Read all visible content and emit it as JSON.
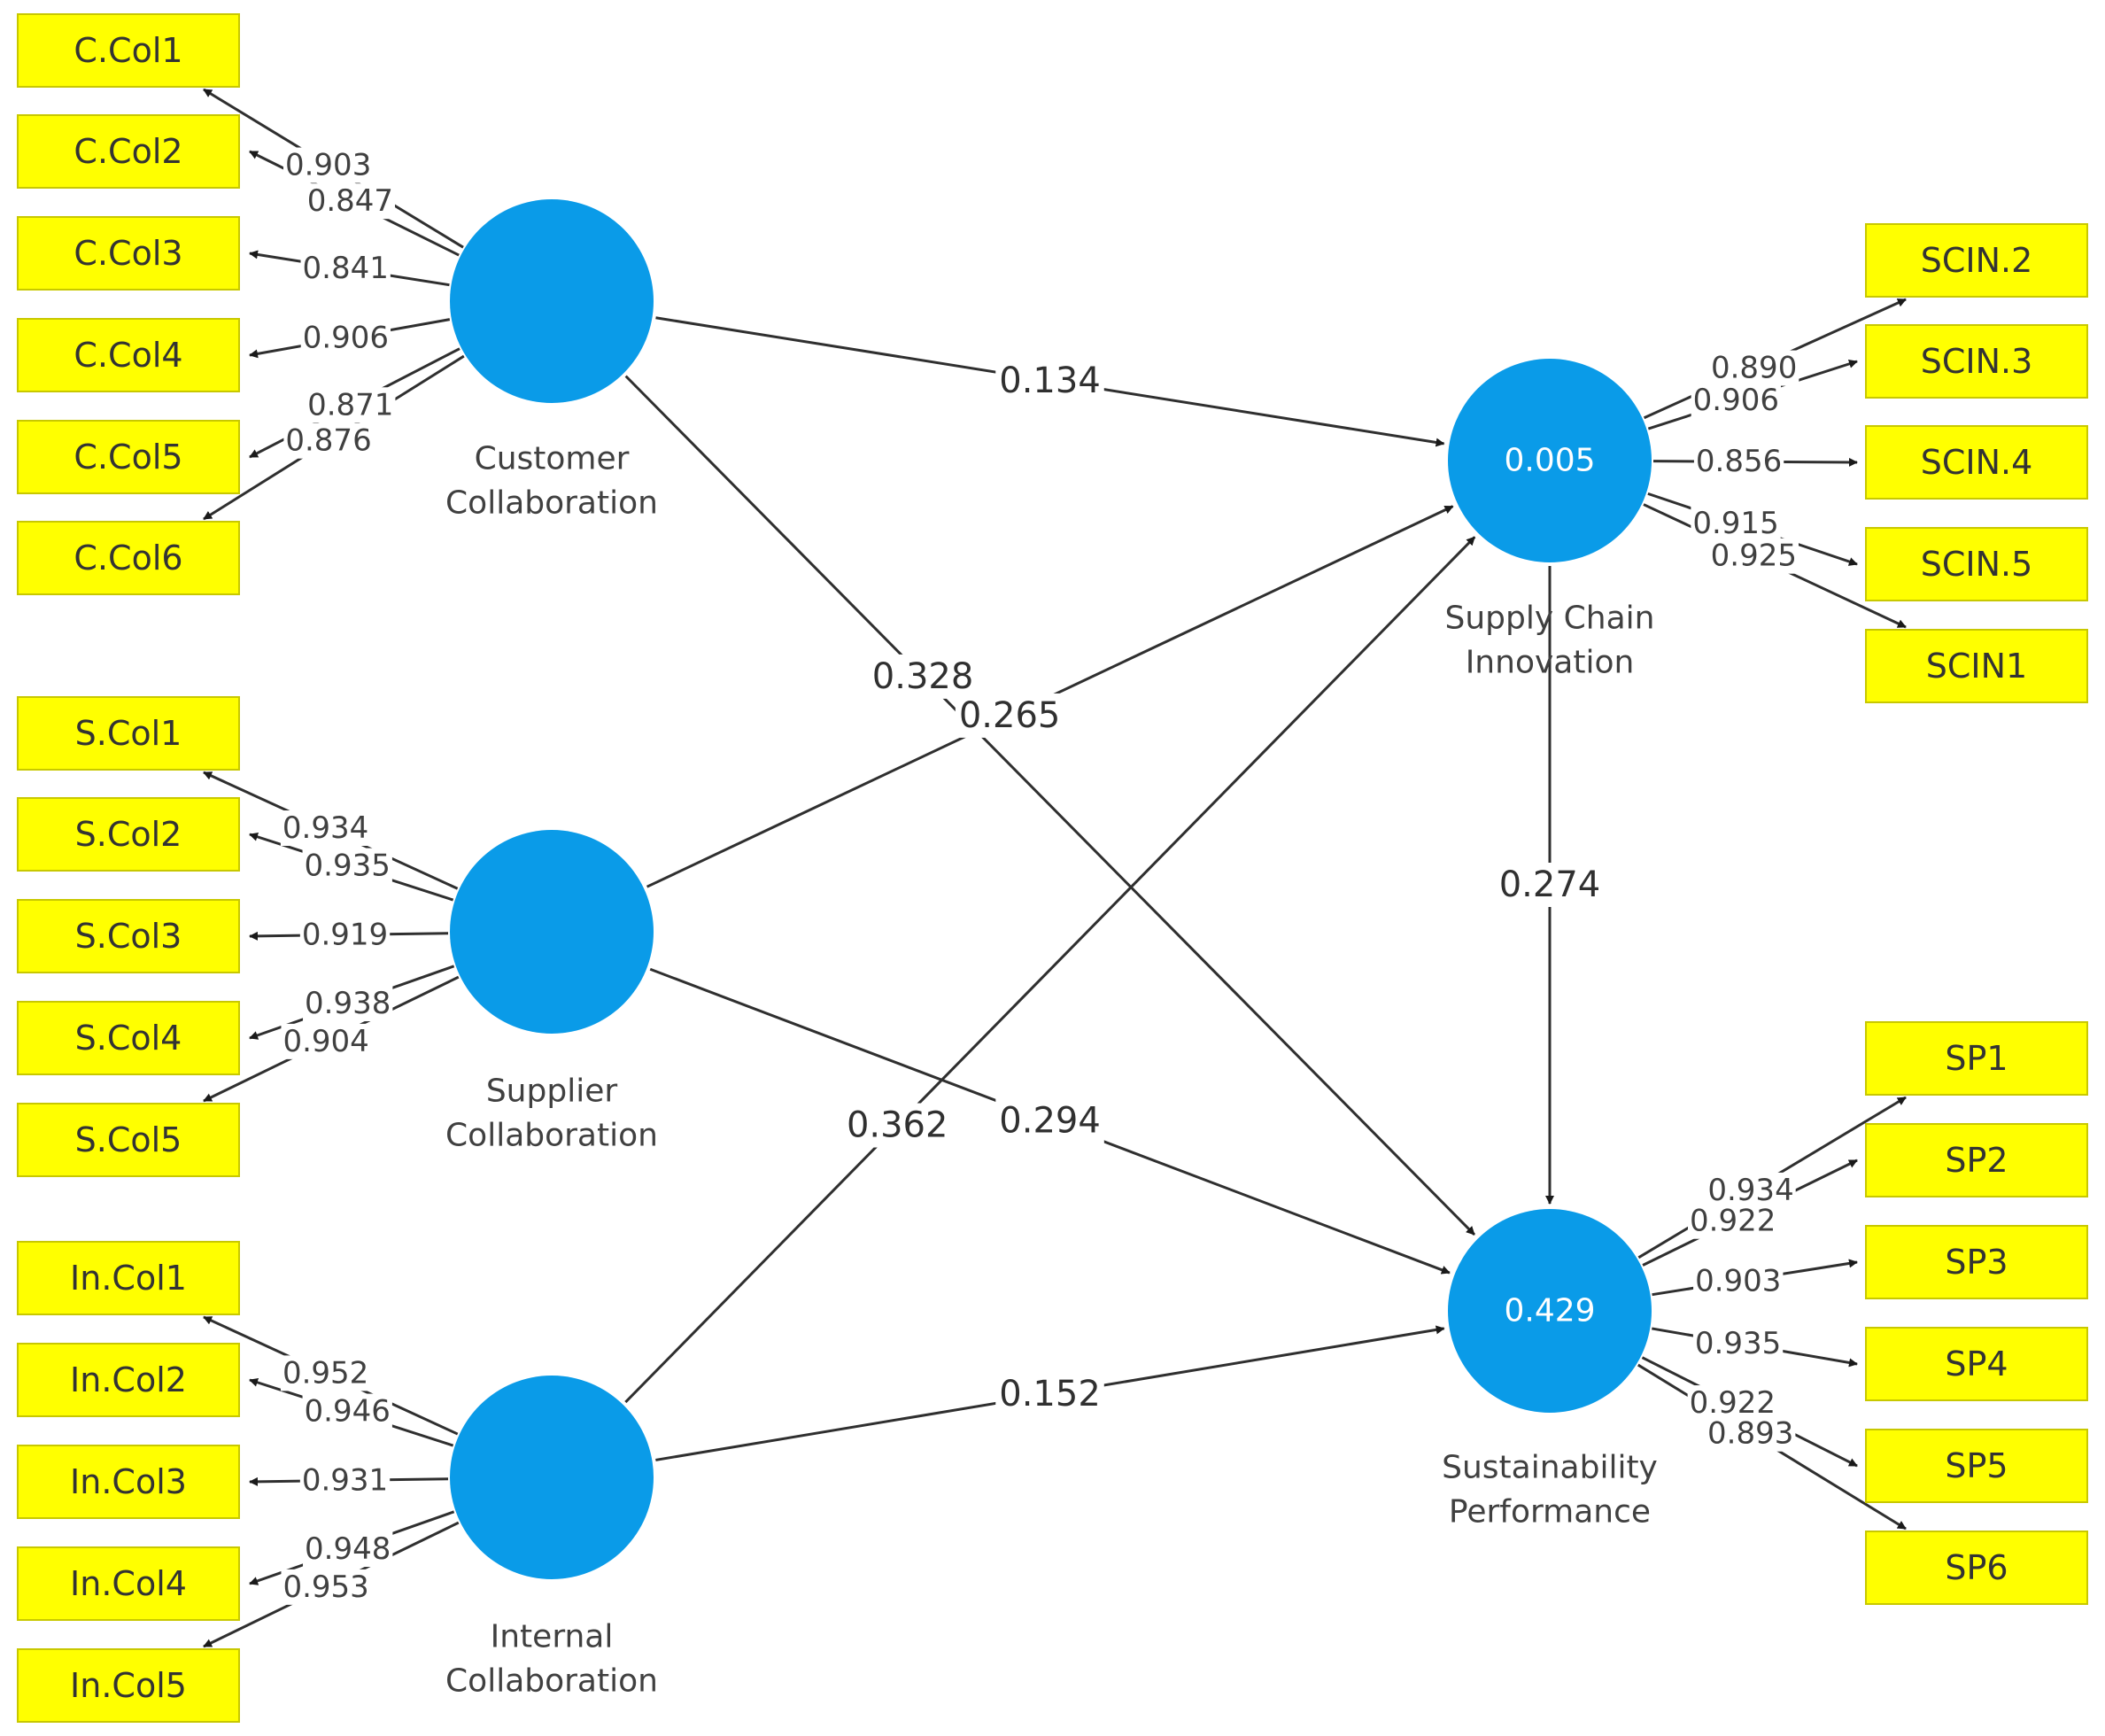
{
  "constructs": [
    {
      "id": "customer",
      "label_lines": [
        "Customer",
        "Collaboration"
      ],
      "r2": "",
      "indicators": [
        {
          "name": "C.Col1",
          "loading": "0.903"
        },
        {
          "name": "C.Col2",
          "loading": "0.847"
        },
        {
          "name": "C.Col3",
          "loading": "0.841"
        },
        {
          "name": "C.Col4",
          "loading": "0.906"
        },
        {
          "name": "C.Col5",
          "loading": "0.871"
        },
        {
          "name": "C.Col6",
          "loading": "0.876"
        }
      ]
    },
    {
      "id": "supplier",
      "label_lines": [
        "Supplier",
        "Collaboration"
      ],
      "r2": "",
      "indicators": [
        {
          "name": "S.Col1",
          "loading": "0.934"
        },
        {
          "name": "S.Col2",
          "loading": "0.935"
        },
        {
          "name": "S.Col3",
          "loading": "0.919"
        },
        {
          "name": "S.Col4",
          "loading": "0.938"
        },
        {
          "name": "S.Col5",
          "loading": "0.904"
        }
      ]
    },
    {
      "id": "internal",
      "label_lines": [
        "Internal",
        "Collaboration"
      ],
      "r2": "",
      "indicators": [
        {
          "name": "In.Col1",
          "loading": "0.952"
        },
        {
          "name": "In.Col2",
          "loading": "0.946"
        },
        {
          "name": "In.Col3",
          "loading": "0.931"
        },
        {
          "name": "In.Col4",
          "loading": "0.948"
        },
        {
          "name": "In.Col5",
          "loading": "0.953"
        }
      ]
    },
    {
      "id": "sci",
      "label_lines": [
        "Supply Chain",
        "Innovation"
      ],
      "r2": "0.005",
      "indicators": [
        {
          "name": "SCIN.2",
          "loading": "0.890"
        },
        {
          "name": "SCIN.3",
          "loading": "0.906"
        },
        {
          "name": "SCIN.4",
          "loading": "0.856"
        },
        {
          "name": "SCIN.5",
          "loading": "0.915"
        },
        {
          "name": "SCIN1",
          "loading": "0.925"
        }
      ]
    },
    {
      "id": "sp",
      "label_lines": [
        "Sustainability",
        "Performance"
      ],
      "r2": "0.429",
      "indicators": [
        {
          "name": "SP1",
          "loading": "0.934"
        },
        {
          "name": "SP2",
          "loading": "0.922"
        },
        {
          "name": "SP3",
          "loading": "0.903"
        },
        {
          "name": "SP4",
          "loading": "0.935"
        },
        {
          "name": "SP5",
          "loading": "0.922"
        },
        {
          "name": "SP6",
          "loading": "0.893"
        }
      ]
    }
  ],
  "paths": [
    {
      "from": "customer",
      "to": "sci",
      "coef": "0.134"
    },
    {
      "from": "supplier",
      "to": "sci",
      "coef": "0.265"
    },
    {
      "from": "customer",
      "to": "sp",
      "coef": "0.328"
    },
    {
      "from": "sci",
      "to": "sp",
      "coef": "0.274"
    },
    {
      "from": "internal",
      "to": "sci",
      "coef": "0.362"
    },
    {
      "from": "supplier",
      "to": "sp",
      "coef": "0.294"
    },
    {
      "from": "internal",
      "to": "sp",
      "coef": "0.152"
    }
  ]
}
